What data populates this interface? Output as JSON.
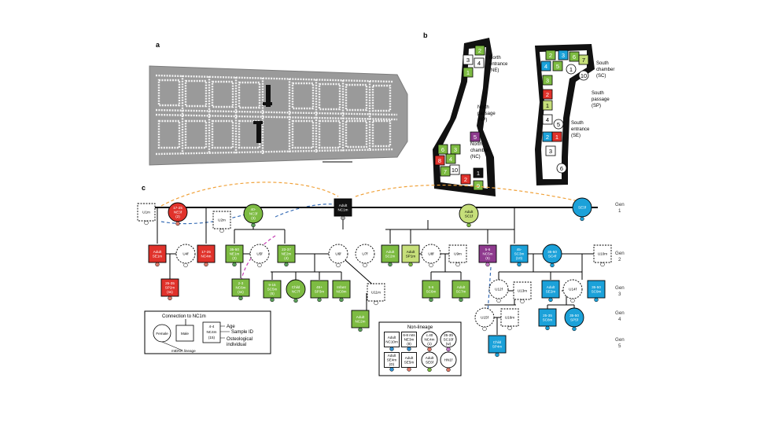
{
  "panels": {
    "a": "a",
    "b": "b",
    "c": "c"
  },
  "colors": {
    "north_entrance": "#7dbb42",
    "north_chamber_red": "#e0322b",
    "north_purple": "#8e3a8e",
    "south_blue": "#1ba1d9",
    "south_yellowgreen": "#c6df7a",
    "black": "#111111",
    "dashed_orange": "#f0a23b",
    "dashed_blue": "#3a6fb7",
    "dashed_magenta": "#c43bb1"
  },
  "map_a": {
    "scale_label": ""
  },
  "map_b": {
    "north_labels": [
      "North",
      "entrance",
      "(NE)",
      "North",
      "passage",
      "(NP)",
      "North",
      "chamber",
      "(NC)"
    ],
    "south_labels": [
      "South",
      "chamber",
      "(SC)",
      "South",
      "passage",
      "(SP)",
      "South",
      "entrance",
      "(SE)"
    ],
    "north_cells": [
      "2",
      "3",
      "4",
      "1",
      "5",
      "6",
      "3",
      "8",
      "4",
      "10",
      "7",
      "2",
      "1",
      "9"
    ],
    "south_cells": [
      "2",
      "3",
      "6",
      "7",
      "4",
      "5",
      "1",
      "10",
      "3",
      "2",
      "1",
      "4",
      "5",
      "2",
      "1",
      "3",
      "6"
    ]
  },
  "generations": [
    "Gen",
    "1",
    "Gen",
    "2",
    "Gen",
    "3",
    "Gen",
    "4",
    "Gen",
    "5"
  ],
  "pedigree": {
    "gen1": [
      {
        "id": "u1m",
        "lines": [
          "U1m"
        ]
      },
      {
        "id": "ne3f",
        "lines": [
          "17-25",
          "NE3f",
          "(2)"
        ]
      },
      {
        "id": "u2m",
        "lines": [
          "U2m"
        ]
      },
      {
        "id": "nc3f",
        "lines": [
          "40-",
          "NC3f",
          "(3)"
        ]
      },
      {
        "id": "nc1m",
        "lines": [
          "Adult",
          "NC1m"
        ]
      },
      {
        "id": "sc1f",
        "lines": [
          "Adult",
          "SC1f"
        ]
      },
      {
        "id": "se3f",
        "lines": [
          "SE3f"
        ]
      }
    ],
    "gen2": [
      {
        "id": "se1m",
        "lines": [
          "Adult",
          "SE1m"
        ]
      },
      {
        "id": "u4f",
        "lines": [
          "U4f"
        ]
      },
      {
        "id": "nc4m",
        "lines": [
          "17-25",
          "NC4m"
        ]
      },
      {
        "id": "ne1m",
        "lines": [
          "35-50",
          "NE1m",
          "(2)"
        ]
      },
      {
        "id": "u5f",
        "lines": [
          "U5f"
        ]
      },
      {
        "id": "ne2m",
        "lines": [
          "23-37",
          "NE2m",
          "(4)"
        ]
      },
      {
        "id": "u6f",
        "lines": [
          "U6f"
        ]
      },
      {
        "id": "u7f",
        "lines": [
          "U7f"
        ]
      },
      {
        "id": "sc2m",
        "lines": [
          "Adult",
          "SC2m"
        ]
      },
      {
        "id": "sp1m",
        "lines": [
          "Adult",
          "SP1m"
        ]
      },
      {
        "id": "u8f",
        "lines": [
          "U8f"
        ]
      },
      {
        "id": "u9m",
        "lines": [
          "U9m"
        ]
      },
      {
        "id": "nc5m",
        "lines": [
          "5-6",
          "NC5m",
          "(5)"
        ]
      },
      {
        "id": "sc3m",
        "lines": [
          "45-",
          "SC3m",
          "(10)"
        ]
      },
      {
        "id": "sc4f",
        "lines": [
          "35-50",
          "SC4f"
        ]
      },
      {
        "id": "u10m",
        "lines": [
          "U10m"
        ]
      }
    ],
    "gen3": [
      {
        "id": "sp2m",
        "lines": [
          "25-35",
          "SP2m",
          "(ss)"
        ]
      },
      {
        "id": "nc6m",
        "lines": [
          "2-3",
          "NC6m",
          "(ss)"
        ]
      },
      {
        "id": "sc5m",
        "lines": [
          "9-15",
          "SC5m",
          "(6)"
        ]
      },
      {
        "id": "nc7f",
        "lines": [
          "Child",
          "NC7f"
        ]
      },
      {
        "id": "sp3m",
        "lines": [
          "45+",
          "SP3m"
        ]
      },
      {
        "id": "nc8m",
        "lines": [
          "Infant",
          "NC8m"
        ]
      },
      {
        "id": "u11m",
        "lines": [
          "U11m"
        ]
      },
      {
        "id": "sc6m",
        "lines": [
          "5-6",
          "SC6m"
        ]
      },
      {
        "id": "sc7m",
        "lines": [
          "Adult",
          "SC7m"
        ]
      },
      {
        "id": "u12f",
        "lines": [
          "U12f"
        ]
      },
      {
        "id": "u13m",
        "lines": [
          "U13m"
        ]
      },
      {
        "id": "se2m",
        "lines": [
          "Adult",
          "SE2m"
        ]
      },
      {
        "id": "u14f",
        "lines": [
          "U14f"
        ]
      },
      {
        "id": "sc9m",
        "lines": [
          "35-50",
          "SC9m"
        ]
      }
    ],
    "gen4": [
      {
        "id": "nc2m",
        "lines": [
          "Adult",
          "NC2m"
        ]
      },
      {
        "id": "u15f",
        "lines": [
          "U15f"
        ]
      },
      {
        "id": "u16m",
        "lines": [
          "U16m"
        ]
      },
      {
        "id": "sc8m",
        "lines": [
          "25-35",
          "SC8m"
        ]
      },
      {
        "id": "sp5f",
        "lines": [
          "35-50",
          "SP5f"
        ]
      }
    ],
    "gen5": [
      {
        "id": "sp4m",
        "lines": [
          "Child",
          "SP4m"
        ]
      }
    ]
  },
  "legend": {
    "connection": "Connection to NC1m",
    "female": "Female",
    "male": "Male",
    "mtdna": "mtDNA lineage",
    "age_value": "4-4",
    "sample_value": "NC4m",
    "osteo_value": "(15)",
    "age_label": "Age",
    "sample_label": "Sample ID",
    "osteo_label_1": "Osteological",
    "osteo_label_2": "individual"
  },
  "non_lineage": {
    "title": "Non-lineage",
    "items": [
      {
        "id": "nc10m",
        "lines": [
          "Adult",
          "NC10m"
        ]
      },
      {
        "id": "ne3m",
        "lines": [
          "6-8 mts",
          "NE3m",
          "(8)"
        ]
      },
      {
        "id": "nc4m-nl",
        "lines": [
          "c.40",
          "NC4m",
          "(1)"
        ]
      },
      {
        "id": "sc10f",
        "lines": [
          "25-35",
          "SC10f",
          "(w)"
        ]
      },
      {
        "id": "se4m",
        "lines": [
          "Adult",
          "SE4m",
          "(D)"
        ]
      },
      {
        "id": "se5m",
        "lines": [
          "Adult",
          "SE5m"
        ]
      },
      {
        "id": "se6f",
        "lines": [
          "Adult",
          "SE6f"
        ]
      },
      {
        "id": "hn1f",
        "lines": [
          "HN1f"
        ]
      }
    ]
  }
}
